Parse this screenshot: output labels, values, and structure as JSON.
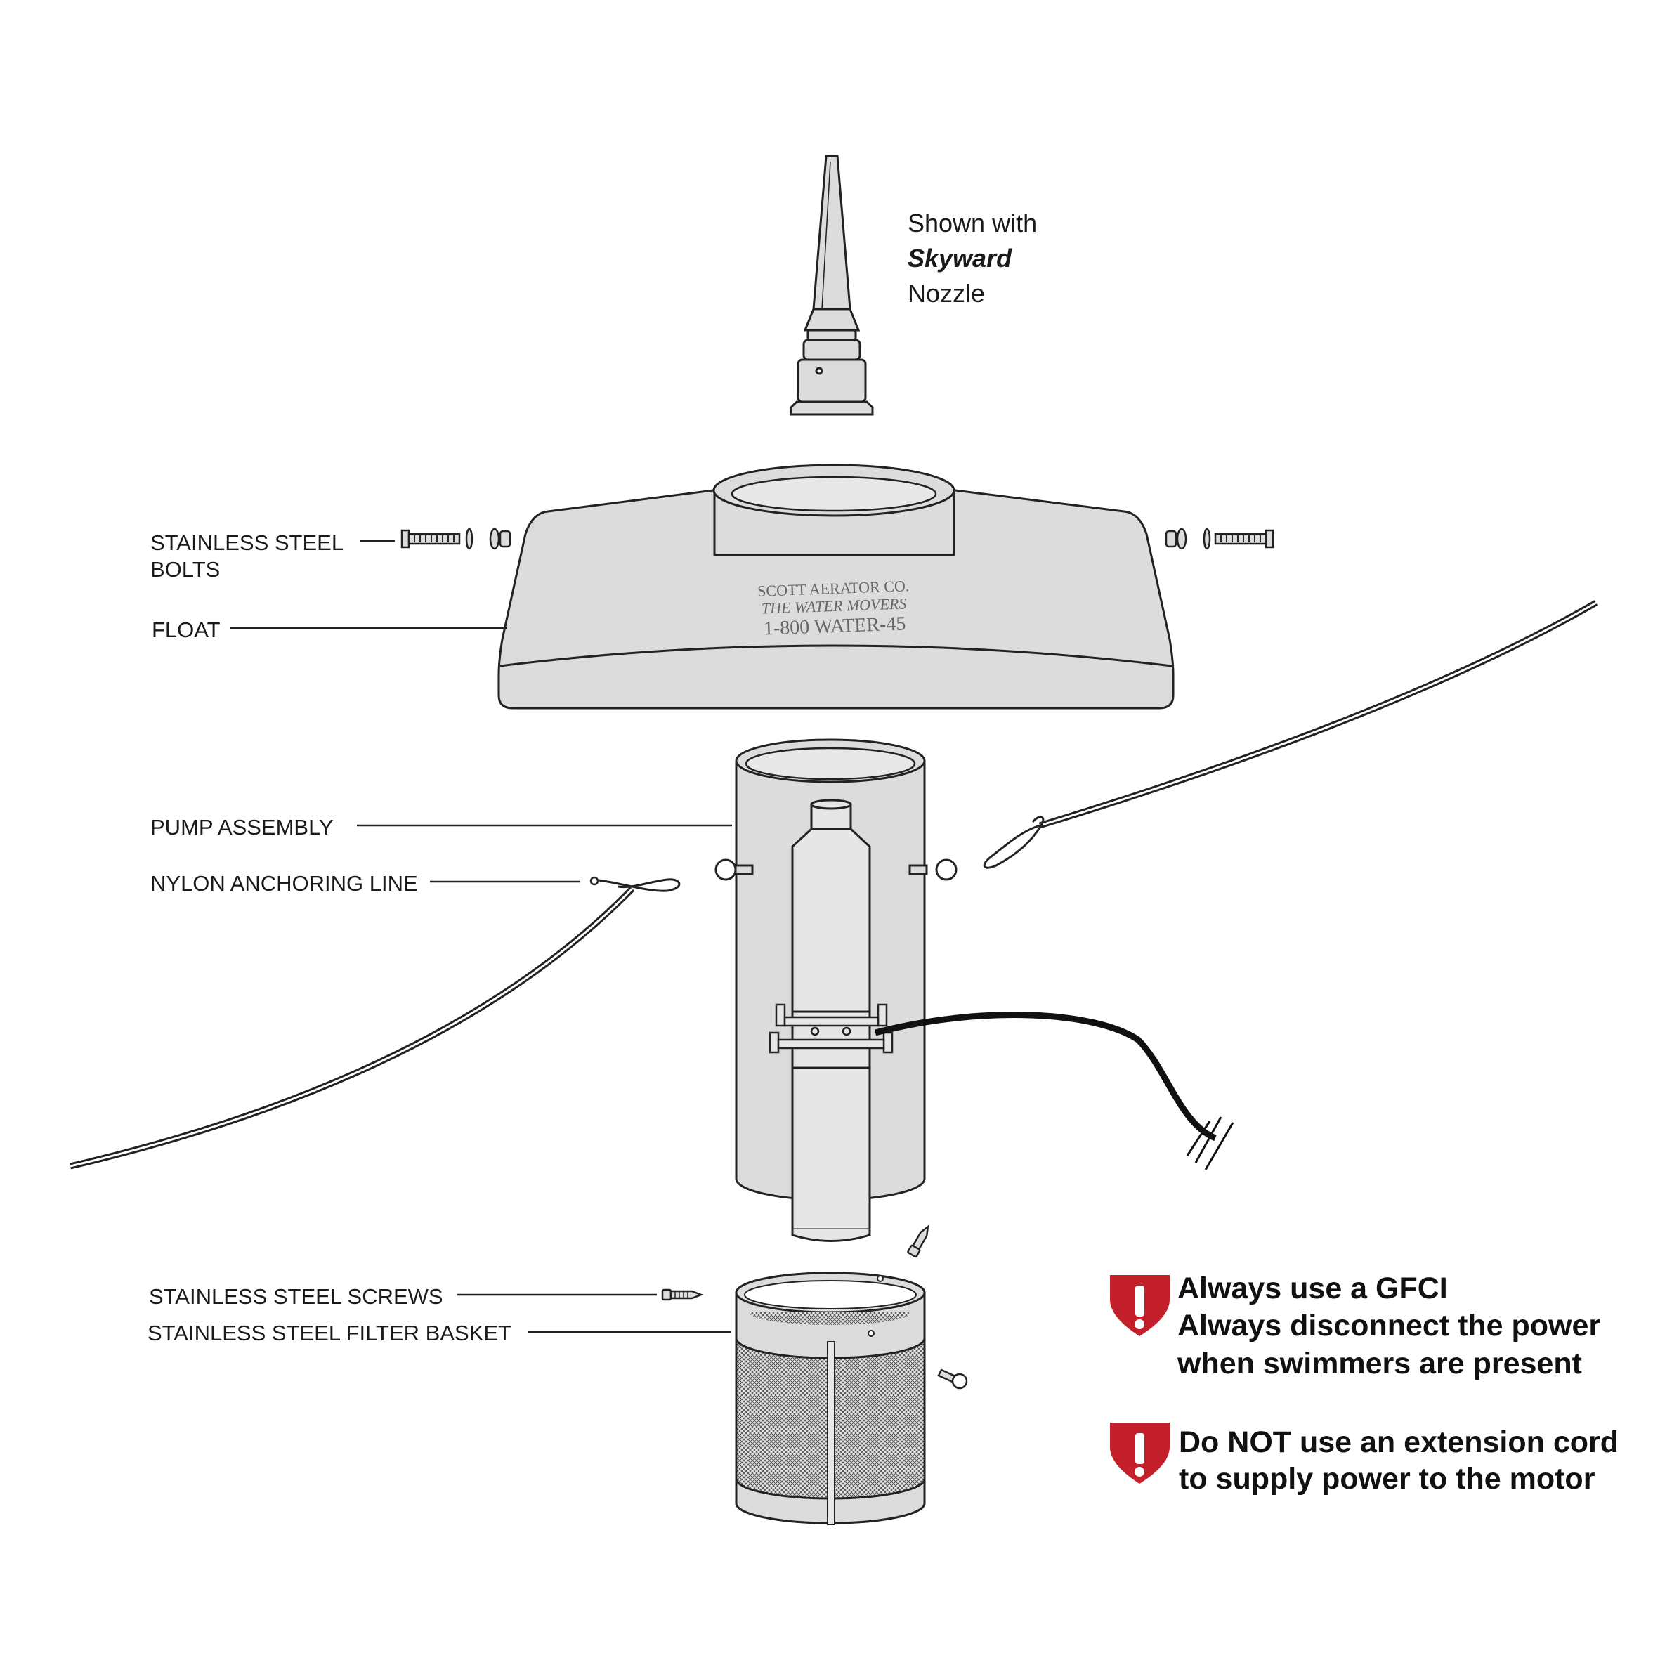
{
  "nozzle_note": {
    "line1": "Shown with",
    "product": "Skyward",
    "line3": "Nozzle"
  },
  "labels": {
    "bolts_line1": "STAINLESS STEEL",
    "bolts_line2": "BOLTS",
    "float": "FLOAT",
    "pump_assembly": "PUMP ASSEMBLY",
    "anchoring_line": "NYLON ANCHORING LINE",
    "screws": "STAINLESS STEEL SCREWS",
    "filter_basket": "STAINLESS STEEL FILTER BASKET"
  },
  "float_imprint": {
    "line1": "SCOTT AERATOR CO.",
    "line2": "THE WATER MOVERS",
    "line3": "1-800 WATER-45"
  },
  "warnings": [
    {
      "icon": "exclamation-shield-icon",
      "lines": [
        "Always use a GFCI",
        "Always disconnect the power",
        "when swimmers are present"
      ]
    },
    {
      "icon": "exclamation-shield-icon",
      "lines": [
        "Do NOT use an extension cord",
        "to supply power to the motor"
      ]
    }
  ],
  "colors": {
    "part_fill": "#dcdcdc",
    "outline": "#222222",
    "warning_red": "#c4202b"
  }
}
